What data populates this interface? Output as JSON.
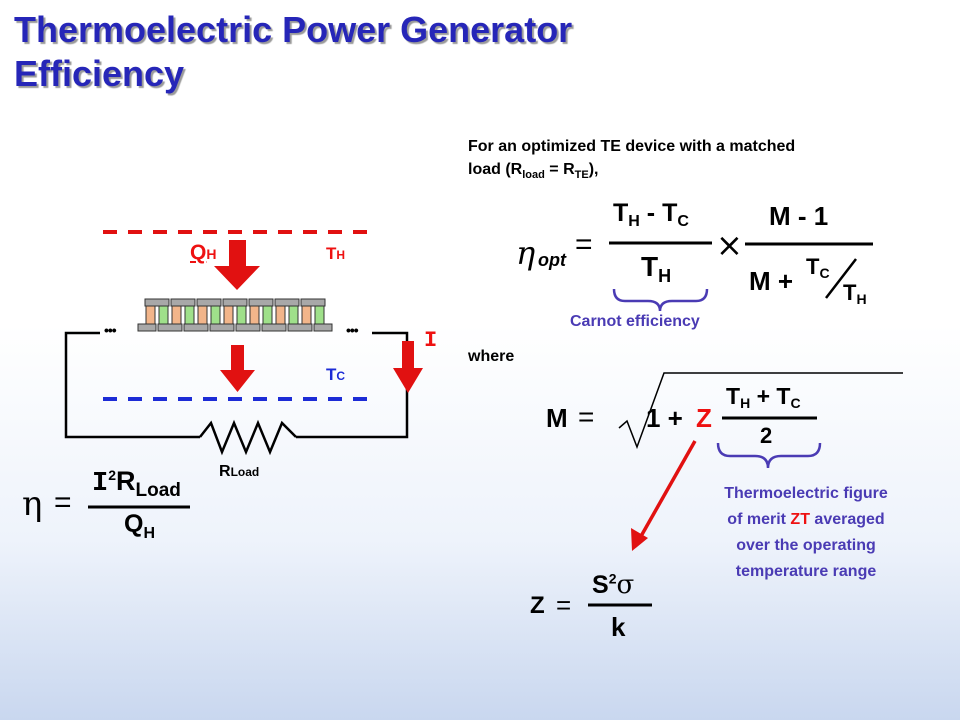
{
  "title": {
    "line1": "Thermoelectric Power Generator",
    "line2": "Efficiency"
  },
  "intro": {
    "line1": "For an optimized TE device with a matched",
    "line2_pre": "load (R",
    "sub_load": "load",
    "line2_mid": " = R",
    "sub_te": "TE",
    "line2_end": "),"
  },
  "symbols": {
    "eta": "η",
    "eta_opt_sub": "opt",
    "sigma": "σ",
    "equals": "=",
    "times": "×",
    "plus": "+",
    "minus": "-",
    "ellipsis": "•••"
  },
  "circuit": {
    "q_h": "Q",
    "q_h_sub": "H",
    "t_h": "T",
    "t_h_sub": "H",
    "t_c": "T",
    "t_c_sub": "C",
    "current": "I",
    "r_load": "R",
    "r_load_sub": "Load"
  },
  "eta_formula": {
    "num_I": "I",
    "num_exp": "2",
    "num_R": "R",
    "num_sub": "Load",
    "den_Q": "Q",
    "den_sub": "H"
  },
  "opt_formula": {
    "t": "T",
    "h": "H",
    "c": "C",
    "m_minus_1": "M - 1",
    "m_plus": "M +"
  },
  "carnot_label": "Carnot efficiency",
  "where_label": "where",
  "m_formula": {
    "M": "M",
    "one_plus": "1 +",
    "Z": "Z",
    "two": "2"
  },
  "zt_note": {
    "line1": "Thermoelectric figure",
    "line2_pre": "of merit ",
    "line2_zt": "ZT",
    "line2_post": " averaged",
    "line3": "over the operating",
    "line4": "temperature range"
  },
  "z_formula": {
    "Z": "Z",
    "S": "S",
    "exp": "2",
    "k": "k"
  },
  "colors": {
    "title": "#2626b8",
    "arrow_red": "#e11111",
    "hot_dash": "#e11111",
    "cold_dash": "#1c2bd6",
    "leg_p": "#f2b58a",
    "leg_n": "#9fe08a"
  }
}
